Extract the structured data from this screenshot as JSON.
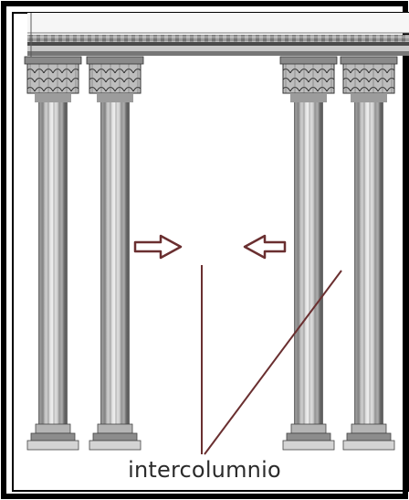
{
  "figure": {
    "label": "intercolumnio"
  },
  "colors": {
    "frame": "#000000",
    "line": "#6a2f30",
    "arrow": "#6a2f30",
    "column_light": "#ededed",
    "column_dark": "#555555"
  },
  "elements": {
    "columns": 4,
    "arrows": [
      "right",
      "left"
    ]
  }
}
